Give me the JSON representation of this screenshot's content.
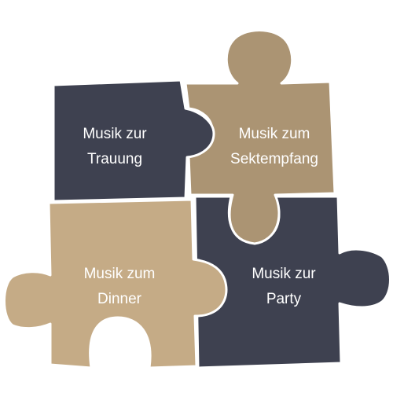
{
  "colors": {
    "dark": "#3e4150",
    "tan": "#ab9473",
    "beige": "#c5ab86",
    "background": "#ffffff",
    "label": "#ffffff"
  },
  "pieces": [
    {
      "id": "trauung",
      "color": "dark",
      "lines": [
        "Musik zur",
        "Trauung"
      ]
    },
    {
      "id": "sektempfang",
      "color": "tan",
      "lines": [
        "Musik zum",
        "Sektempfang"
      ]
    },
    {
      "id": "dinner",
      "color": "beige",
      "lines": [
        "Musik zum",
        "Dinner"
      ]
    },
    {
      "id": "party",
      "color": "dark",
      "lines": [
        "Musik zur",
        "Party"
      ]
    }
  ]
}
